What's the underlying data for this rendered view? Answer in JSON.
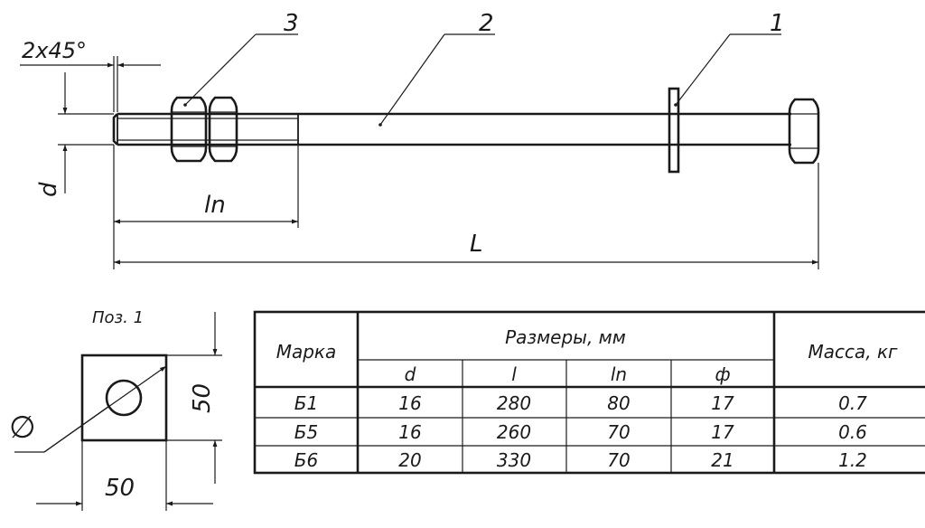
{
  "drawing": {
    "chamfer_label": "2x45°",
    "callouts": {
      "pos1": "1",
      "pos2": "2",
      "pos3": "3"
    },
    "dim_d": "d",
    "dim_ln": "ln",
    "dim_L": "L"
  },
  "washer_detail": {
    "title": "Поз. 1",
    "side_dim_vertical": "50",
    "side_dim_horizontal": "50",
    "hole_symbol": "∅"
  },
  "table": {
    "header_mark": "Марка",
    "header_dims": "Размеры, мм",
    "header_mass": "Масса, кг",
    "sub_headers": [
      "d",
      "l",
      "ln",
      "ф"
    ],
    "rows": [
      {
        "mark": "Б1",
        "d": "16",
        "l": "280",
        "ln": "80",
        "phi": "17",
        "mass": "0.7"
      },
      {
        "mark": "Б5",
        "d": "16",
        "l": "260",
        "ln": "70",
        "phi": "17",
        "mass": "0.6"
      },
      {
        "mark": "Б6",
        "d": "20",
        "l": "330",
        "ln": "70",
        "phi": "21",
        "mass": "1.2"
      }
    ]
  }
}
